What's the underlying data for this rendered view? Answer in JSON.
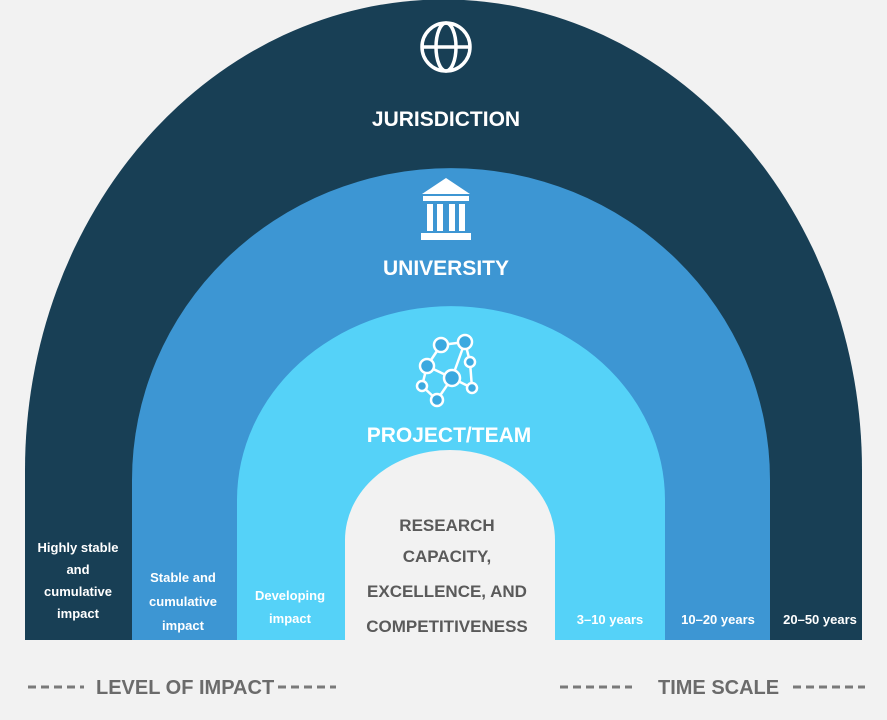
{
  "colors": {
    "background_panel": "#f2f2f2",
    "jurisdiction_arc": "#183f55",
    "university_arc": "#3d96d3",
    "project_arc": "#55d2f8",
    "core": "#f2f2f2",
    "text_light": "#ffffff",
    "text_dark": "#5a5a5a",
    "axis_text": "#6b6b6b"
  },
  "layers": {
    "jurisdiction": {
      "icon": "globe-icon",
      "title": "JURISDICTION",
      "impact": [
        "Highly stable",
        "and",
        "cumulative",
        "impact"
      ],
      "timescale": "20–50 years"
    },
    "university": {
      "icon": "university-building-icon",
      "title": "UNIVERSITY",
      "impact": [
        "Stable and",
        "cumulative",
        "impact"
      ],
      "timescale": "10–20 years"
    },
    "project": {
      "icon": "network-team-icon",
      "title": "PROJECT/TEAM",
      "impact": [
        "Developing",
        "impact"
      ],
      "timescale": "3–10 years"
    }
  },
  "core": {
    "lines": [
      "RESEARCH",
      "CAPACITY,",
      "EXCELLENCE, AND",
      "COMPETITIVENESS"
    ]
  },
  "axes": {
    "left_label": "LEVEL OF IMPACT",
    "right_label": "TIME SCALE"
  }
}
